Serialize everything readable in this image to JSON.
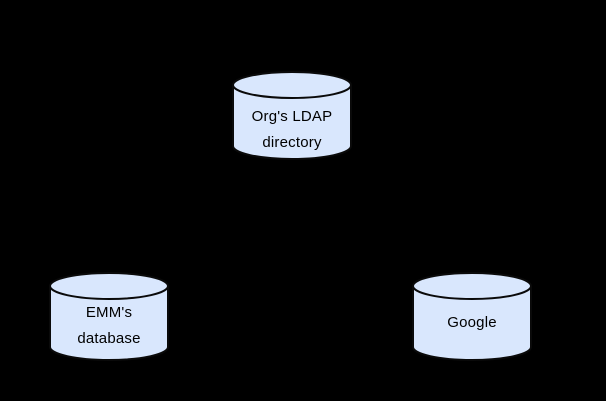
{
  "canvas": {
    "background_color": "#000000",
    "node_fill_color": "#d9e7fd",
    "node_stroke_color": "#0a0a0a",
    "text_color": "#000000"
  },
  "diagram": {
    "type": "database-topology",
    "nodes": [
      {
        "id": "org-ldap-directory",
        "shape": "database-cylinder",
        "line1": "Org's LDAP",
        "line2": "directory",
        "position": "top-center"
      },
      {
        "id": "emm-database",
        "shape": "database-cylinder",
        "line1": "EMM's",
        "line2": "database",
        "position": "bottom-left"
      },
      {
        "id": "google",
        "shape": "database-cylinder",
        "line1": "Google",
        "line2": "",
        "position": "bottom-right"
      }
    ]
  }
}
